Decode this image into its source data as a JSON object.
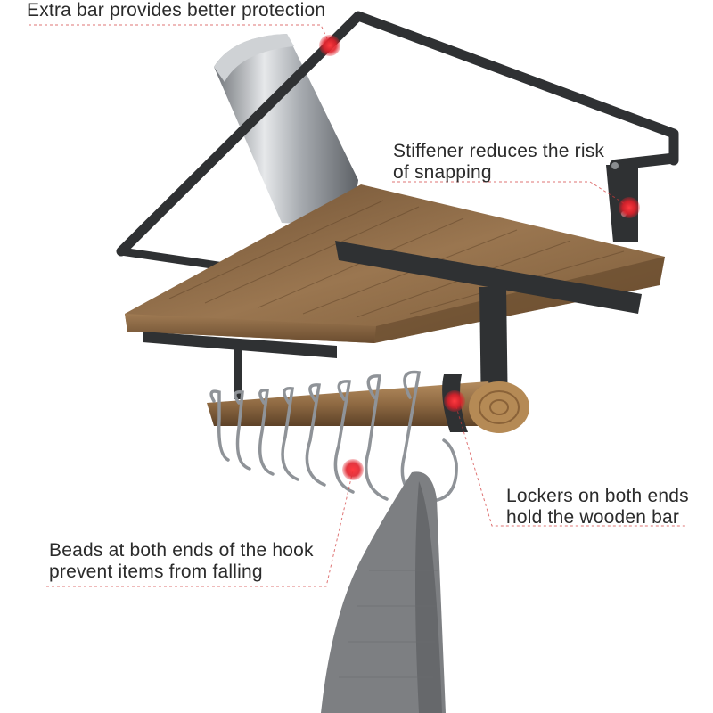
{
  "callouts": {
    "extra_bar": {
      "lines": [
        "Extra bar provides better protection"
      ]
    },
    "stiffener": {
      "lines": [
        "Stiffener reduces the risk",
        "of snapping"
      ]
    },
    "lockers": {
      "lines": [
        "Lockers on both ends",
        "hold the wooden bar"
      ]
    },
    "beads": {
      "lines": [
        "Beads at both ends of the hook",
        "prevent items from falling"
      ]
    }
  },
  "colors": {
    "wood": "#8a6a45",
    "wood_dark": "#5e4328",
    "metal": "#2f3133",
    "marker": "#e0202a",
    "leader": "#d23a3a",
    "towel": "#7d7f82",
    "can": "#a9aeb3"
  }
}
